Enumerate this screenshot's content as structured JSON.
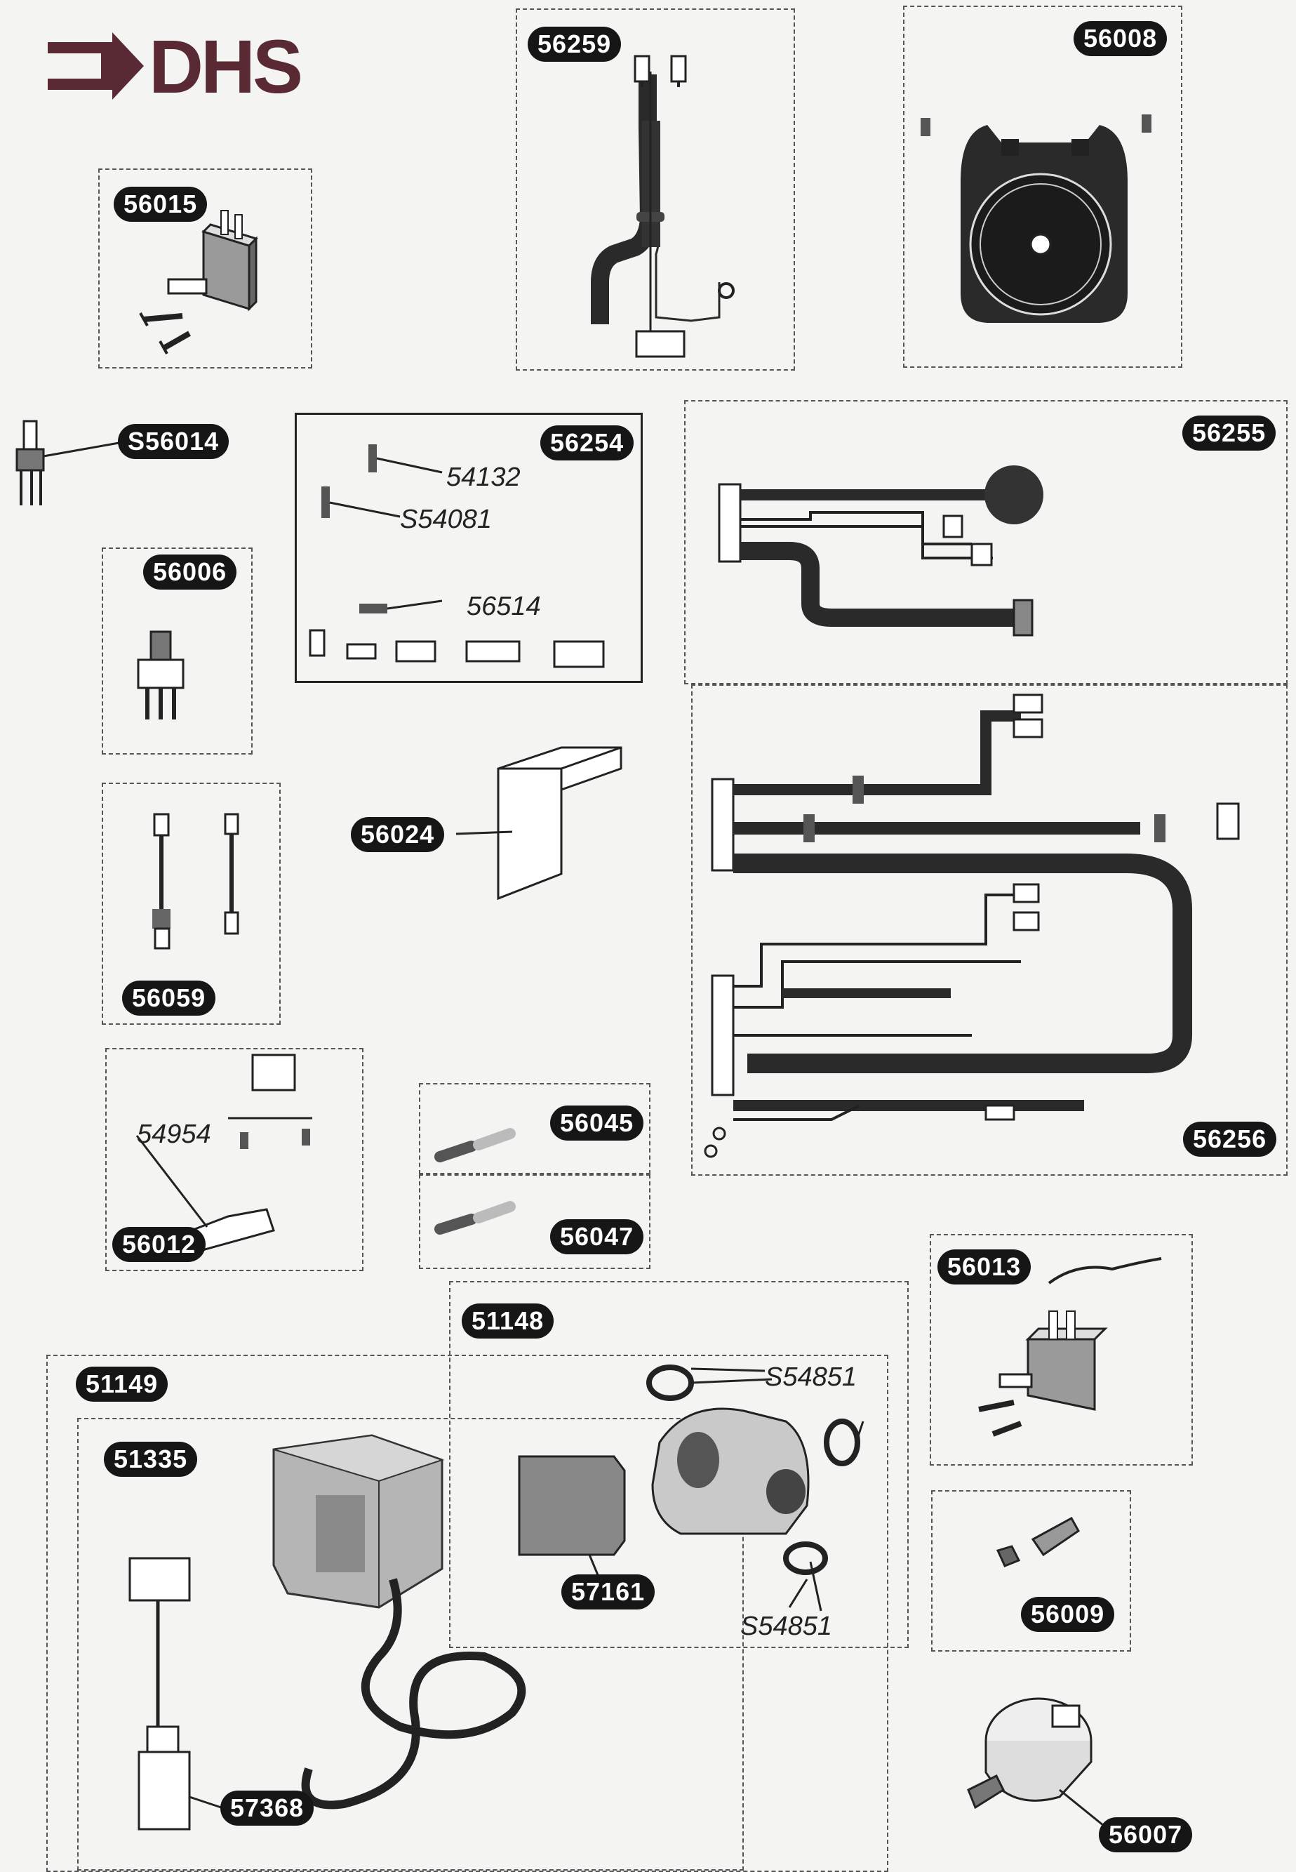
{
  "logo": {
    "text": "DHS",
    "color": "#5a2a34"
  },
  "parts": {
    "p56259": "56259",
    "p56008": "56008",
    "p56015": "56015",
    "pS56014": "S56014",
    "p56254": "56254",
    "p56255": "56255",
    "p56006": "56006",
    "p56024": "56024",
    "p56059": "56059",
    "p56256": "56256",
    "p56045": "56045",
    "p56047": "56047",
    "p56012": "56012",
    "p56013": "56013",
    "p51148": "51148",
    "p51149": "51149",
    "p51335": "51335",
    "p57161": "57161",
    "p56009": "56009",
    "p57368": "57368",
    "p56007": "56007"
  },
  "callouts": {
    "c54132": "54132",
    "cS54081": "S54081",
    "c56514": "56514",
    "c54954": "54954",
    "cS54851_top": "S54851",
    "cS54851_bottom": "S54851"
  },
  "colors": {
    "badge": "#161616",
    "line": "#222222",
    "background": "#f4f4f2"
  }
}
